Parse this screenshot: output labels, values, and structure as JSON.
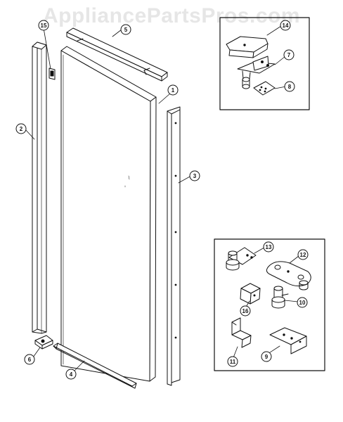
{
  "watermark": "AppliancePartsPros.com",
  "callouts": {
    "c1": "1",
    "c2": "2",
    "c3": "3",
    "c4": "4",
    "c5": "5",
    "c6": "6",
    "c7": "7",
    "c8": "8",
    "c9": "9",
    "c10": "10",
    "c11": "11",
    "c12": "12",
    "c13": "13",
    "c14": "14",
    "c15": "15",
    "c16": "16"
  },
  "colors": {
    "line": "#111111",
    "watermark": "#e6e6e6"
  }
}
